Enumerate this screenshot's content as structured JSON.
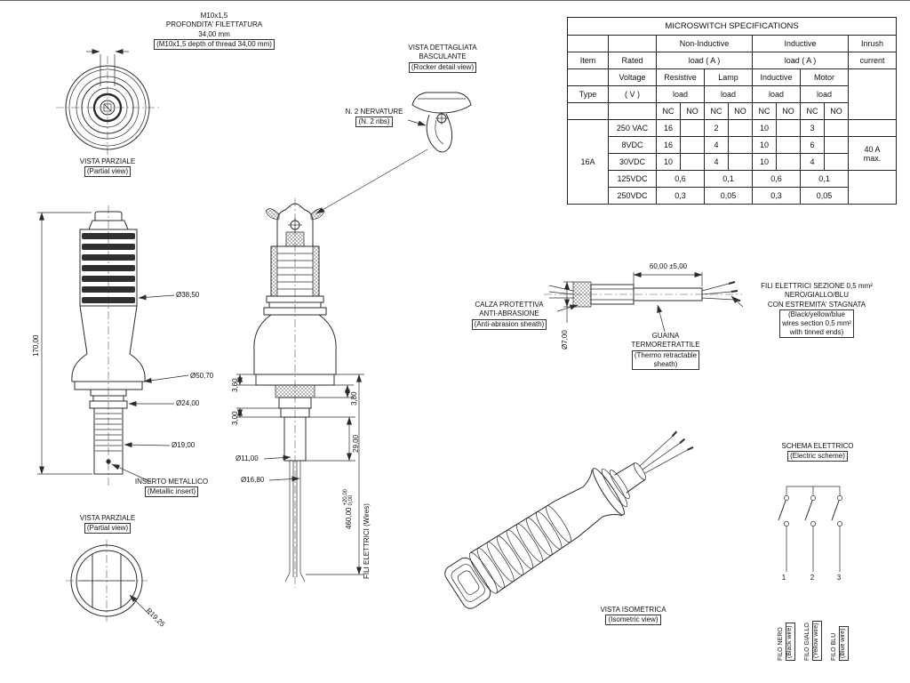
{
  "colors": {
    "background": "#ffffff",
    "line": "#2b2b2b",
    "text": "#111111"
  },
  "spec_table": {
    "title": "MICROSWITCH SPECIFICATIONS",
    "groups": {
      "non_inductive": "Non-Inductive",
      "inductive": "Inductive",
      "inrush": "Inrush"
    },
    "headers": {
      "item": "Item",
      "rated": "Rated",
      "load_a": "load ( A )",
      "current": "current",
      "voltage": "Voltage",
      "resistive": "Resistive",
      "lamp": "Lamp",
      "inductive": "Inductive",
      "motor": "Motor",
      "type": "Type",
      "v": "( V )",
      "load": "load",
      "nc": "NC",
      "no": "NO"
    },
    "item_type": "16A",
    "inrush_value": "40 A",
    "inrush_qualifier": "max.",
    "rows": [
      {
        "voltage": "250 VAC",
        "resistive_nc": "16",
        "lamp_nc": "2",
        "inductive_nc": "10",
        "motor_nc": "3"
      },
      {
        "voltage": "8VDC",
        "resistive_nc": "16",
        "lamp_nc": "4",
        "inductive_nc": "10",
        "motor_nc": "6"
      },
      {
        "voltage": "30VDC",
        "resistive_nc": "10",
        "lamp_nc": "4",
        "inductive_nc": "10",
        "motor_nc": "4"
      },
      {
        "voltage": "125VDC",
        "resistive": "0,6",
        "lamp": "0,1",
        "inductive": "0,6",
        "motor": "0,1"
      },
      {
        "voltage": "250VDC",
        "resistive": "0,3",
        "lamp": "0,05",
        "inductive": "0,3",
        "motor": "0,05"
      }
    ]
  },
  "labels": {
    "thread_note": {
      "line1": "M10x1,5",
      "line2": "PROFONDITA' FILETTATURA",
      "line3": "34,00 mm",
      "en": "(M10x1,5 depth of thread 34,00 mm)"
    },
    "partial_view_top": {
      "it": "VISTA PARZIALE",
      "en": "(Partial view)"
    },
    "rocker_view": {
      "it1": "VISTA DETTAGLIATA",
      "it2": "BASCULANTE",
      "en": "(Rocker detail view)"
    },
    "ribs_note": {
      "it": "N. 2 NERVATURE",
      "en": "(N. 2 ribs)"
    },
    "metallic_insert": {
      "it": "INSERTO METALLICO",
      "en": "(Metallic insert)"
    },
    "partial_view_bottom": {
      "it": "VISTA PARZIALE",
      "en": "(Partial view)"
    },
    "isometric_view": {
      "it": "VISTA ISOMETRICA",
      "en": "(Isometric view)"
    },
    "electric_scheme": {
      "it": "SCHEMA ELETTRICO",
      "en": "(Electric scheme)"
    },
    "abrasion_sheath": {
      "it1": "CALZA PROTETTIVA",
      "it2": "ANTI-ABRASIONE",
      "en": "(Anti-abrasion sheath)"
    },
    "thermo_sheath": {
      "it1": "GUAINA",
      "it2": "TERMORETRATTILE",
      "en1": "(Thermo retractable",
      "en2": "sheath)"
    },
    "wires_note": {
      "it1": "FILI ELETTRICI SEZIONE 0,5 mm²",
      "it2": "NERO/GIALLO/BLU",
      "it3": "CON ESTREMITA' STAGNATA",
      "en1": "(Black/yellow/blue",
      "en2": "wires section 0,5 mm²",
      "en3": "with tinned ends)"
    },
    "wires_dim_label": "FILI ELETTRICI (Wires)"
  },
  "dimensions": {
    "total_height": "170,00",
    "grip_diameter": "Ø38,50",
    "bell_diameter": "Ø50,70",
    "collar_diameter": "Ø24,00",
    "stem_diameter": "Ø19,00",
    "inner_radius": "R19,25",
    "plate_thickness": "3,60",
    "nut_thickness": "3,80",
    "washer_thickness": "3,00",
    "stem_length": "29,00",
    "bore_diameter": "Ø11,00",
    "gland_diameter": "Ø16,80",
    "wire_length": "460,00",
    "wire_tol_plus": "+20,00",
    "wire_tol_zero": "0,00",
    "sheath_length": "60,00 ±5,00",
    "sheath_diameter": "Ø7,00"
  },
  "scheme": {
    "terminals": [
      {
        "n": "1",
        "it": "FILO NERO",
        "en": "(Black wire)"
      },
      {
        "n": "2",
        "it": "FILO GIALLO",
        "en": "(Yellow wire)"
      },
      {
        "n": "3",
        "it": "FILO BLU",
        "en": "(Blue wire)"
      }
    ]
  }
}
